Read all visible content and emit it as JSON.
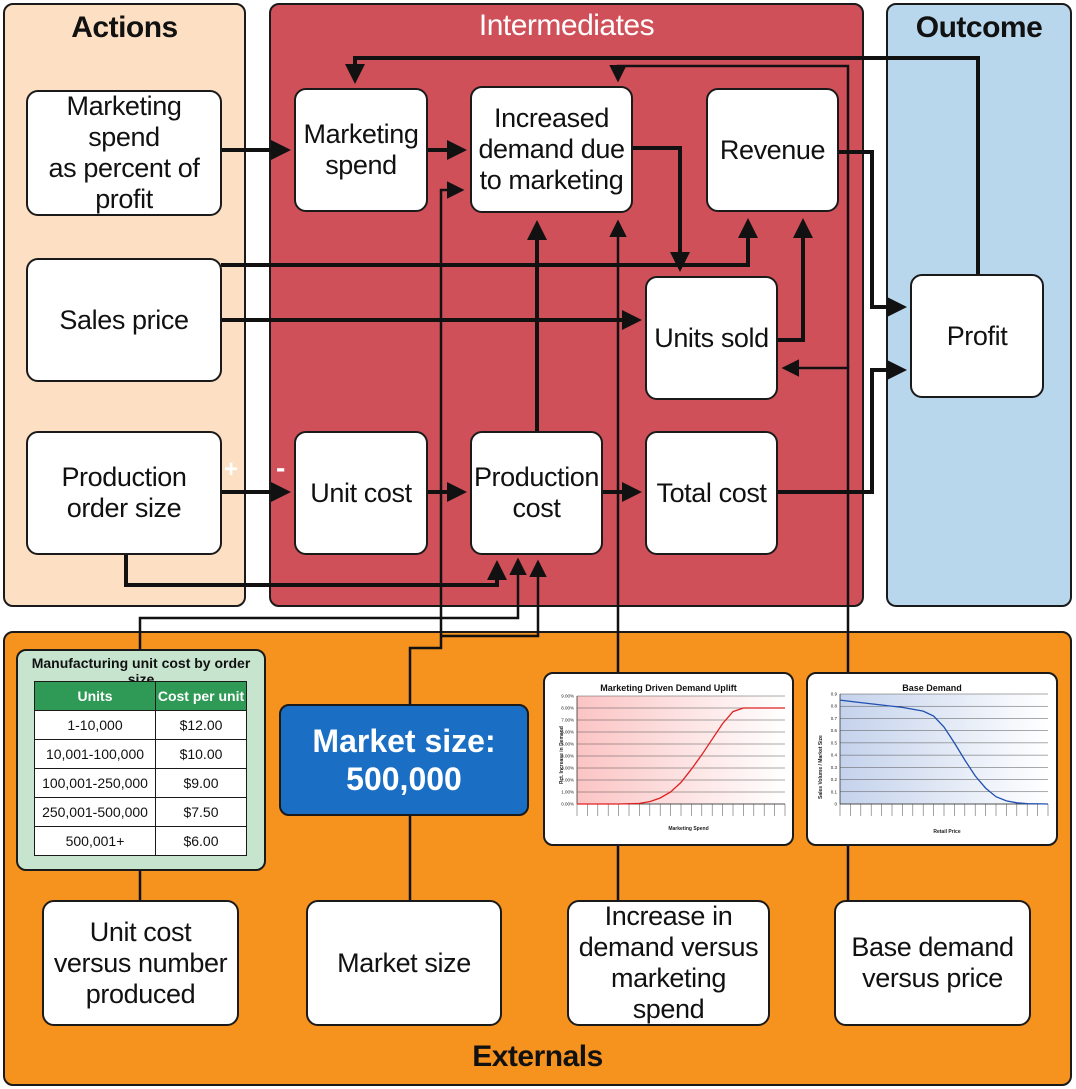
{
  "regions": {
    "actions": "Actions",
    "intermediates": "Intermediates",
    "outcome": "Outcome",
    "externals": "Externals"
  },
  "nodes": {
    "marketing_spend_pct": "Marketing spend\nas percent of\nprofit",
    "sales_price": "Sales price",
    "production_order_size": "Production\norder size",
    "marketing_spend": "Marketing\nspend",
    "increased_demand": "Increased\ndemand due\nto marketing",
    "revenue": "Revenue",
    "units_sold": "Units sold",
    "unit_cost": "Unit cost",
    "production_cost": "Production\ncost",
    "total_cost": "Total cost",
    "profit": "Profit",
    "ext_unit_cost": "Unit cost\nversus number\nproduced",
    "ext_market_size": "Market size",
    "ext_demand_marketing": "Increase in\ndemand versus\nmarketing spend",
    "ext_base_demand": "Base demand\nversus price"
  },
  "signs": {
    "plus": "+",
    "minus": "-"
  },
  "market_size": {
    "label": "Market size:",
    "value": "500,000"
  },
  "manufacturing_table": {
    "title": "Manufacturing unit cost by order size",
    "headers": [
      "Units",
      "Cost per unit"
    ],
    "rows": [
      [
        "1-10,000",
        "$12.00"
      ],
      [
        "10,001-100,000",
        "$10.00"
      ],
      [
        "100,001-250,000",
        "$9.00"
      ],
      [
        "250,001-500,000",
        "$7.50"
      ],
      [
        "500,001+",
        "$6.00"
      ]
    ]
  },
  "chart_data": [
    {
      "type": "line",
      "title": "Marketing Driven Demand Uplift",
      "xlabel": "Marketing Spend",
      "ylabel": "Pct. Increase in Demand",
      "yticks": [
        "9.00%",
        "8.00%",
        "7.00%",
        "6.00%",
        "5.00%",
        "4.00%",
        "3.00%",
        "2.00%",
        "1.00%",
        "0.00%"
      ],
      "ylim": [
        0,
        9
      ],
      "x_norm": [
        0,
        0.1,
        0.2,
        0.3,
        0.35,
        0.4,
        0.45,
        0.5,
        0.55,
        0.6,
        0.65,
        0.7,
        0.75,
        0.8,
        0.85,
        0.9,
        1.0
      ],
      "values": [
        0,
        0,
        0,
        0.05,
        0.2,
        0.5,
        1.0,
        1.8,
        2.9,
        4.1,
        5.4,
        6.7,
        7.7,
        8.0,
        8.0,
        8.0,
        8.0
      ],
      "color": "#e02020",
      "grid": true
    },
    {
      "type": "line",
      "title": "Base Demand",
      "xlabel": "Retail Price",
      "ylabel": "Sales Volume / Market Size",
      "yticks": [
        "0.9",
        "0.8",
        "0.7",
        "0.6",
        "0.5",
        "0.4",
        "0.3",
        "0.2",
        "0.1",
        "0"
      ],
      "ylim": [
        0,
        0.9
      ],
      "x_norm": [
        0,
        0.1,
        0.2,
        0.3,
        0.4,
        0.45,
        0.5,
        0.55,
        0.6,
        0.65,
        0.7,
        0.75,
        0.8,
        0.85,
        0.9,
        1.0
      ],
      "values": [
        0.85,
        0.83,
        0.81,
        0.79,
        0.76,
        0.72,
        0.63,
        0.5,
        0.36,
        0.23,
        0.13,
        0.06,
        0.025,
        0.01,
        0.003,
        0
      ],
      "color": "#2050b0",
      "grid": true
    }
  ]
}
